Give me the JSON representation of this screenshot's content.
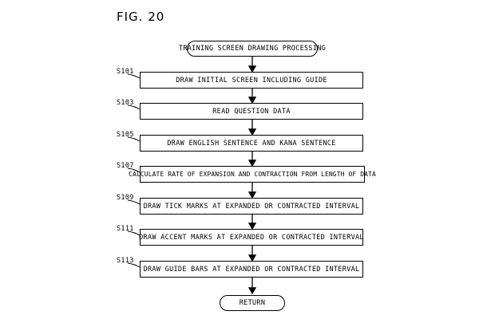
{
  "figure_label": "FIG. 20",
  "start": "TRAINING SCREEN DRAWING PROCESSING",
  "steps": [
    {
      "id": "S101",
      "text": "DRAW INITIAL SCREEN INCLUDING GUIDE"
    },
    {
      "id": "S103",
      "text": "READ QUESTION DATA"
    },
    {
      "id": "S105",
      "text": "DRAW ENGLISH SENTENCE AND KANA SENTENCE"
    },
    {
      "id": "S107",
      "text": "CALCULATE RATE OF EXPANSION AND CONTRACTION FROM LENGTH OF DATA"
    },
    {
      "id": "S109",
      "text": "DRAW TICK MARKS AT EXPANDED OR CONTRACTED INTERVAL"
    },
    {
      "id": "S111",
      "text": "DRAW ACCENT MARKS AT EXPANDED OR CONTRACTED INTERVAL"
    },
    {
      "id": "S113",
      "text": "DRAW GUIDE BARS AT EXPANDED OR CONTRACTED INTERVAL"
    }
  ],
  "end": "RETURN"
}
